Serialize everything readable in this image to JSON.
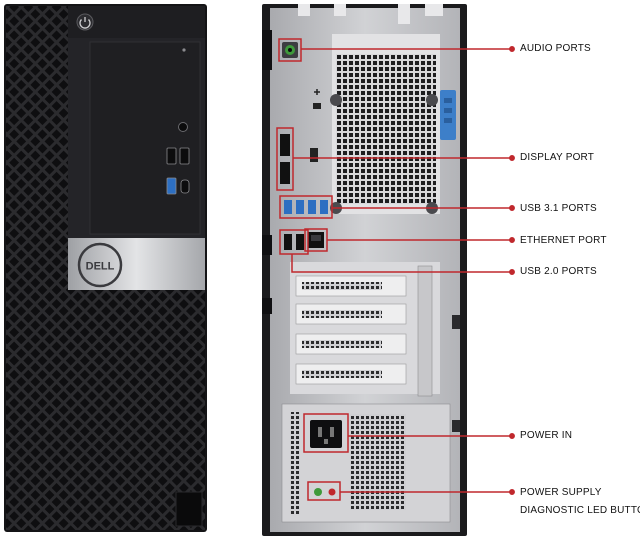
{
  "front": {
    "logo_text": "DELL"
  },
  "callouts": [
    {
      "id": "audio-ports",
      "label": "AUDIO PORTS"
    },
    {
      "id": "display-port",
      "label": "DISPLAY PORT"
    },
    {
      "id": "usb31-ports",
      "label": "USB 3.1 PORTS"
    },
    {
      "id": "ethernet-port",
      "label": "ETHERNET PORT"
    },
    {
      "id": "usb20-ports",
      "label": "USB 2.0 PORTS"
    },
    {
      "id": "power-in",
      "label": "POWER IN"
    },
    {
      "id": "power-supply",
      "label": "POWER SUPPLY"
    },
    {
      "id": "diagnostic-led",
      "label": "DIAGNOSTIC LED BUTTON"
    }
  ],
  "colors": {
    "callout": "#c0282d",
    "chassis": "#1b1b1d",
    "panel": "#bcbcbf",
    "accent": "#3d7fc9"
  }
}
